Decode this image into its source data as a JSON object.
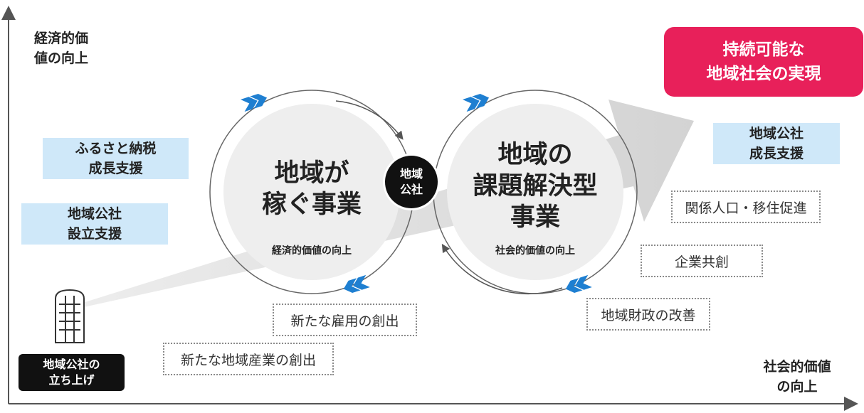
{
  "axes": {
    "y_label": "経済的価\n値の向上",
    "x_label": "社会的価値\nの向上"
  },
  "goal": {
    "text": "持続可能な\n地域社会の実現"
  },
  "blue_boxes": {
    "furusato": "ふるさと納税\n成長支援",
    "setsuritsu": "地域公社\n設立支援",
    "seicho": "地域公社\n成長支援"
  },
  "left_circle": {
    "title": "地域が\n稼ぐ事業",
    "subtitle": "経済的価値の向上"
  },
  "right_circle": {
    "title": "地域の\n課題解決型\n事業",
    "subtitle": "社会的価値の向上"
  },
  "hub": {
    "text": "地域\n公社"
  },
  "dotted_boxes": {
    "koyo": "新たな雇用の創出",
    "sangyo": "新たな地域産業の創出",
    "kankei": "関係人口・移住促進",
    "kigyo": "企業共創",
    "zaisei": "地域財政の改善"
  },
  "launch": {
    "text": "地域公社の\n立ち上げ",
    "icon": "building-icon"
  },
  "colors": {
    "goal_red": "#e8205a",
    "box_blue": "#cfe8f9",
    "chevron_blue": "#1e7fd1",
    "arrow_gray": "#d9d9d9",
    "circle_fill": "#eeeeee"
  }
}
